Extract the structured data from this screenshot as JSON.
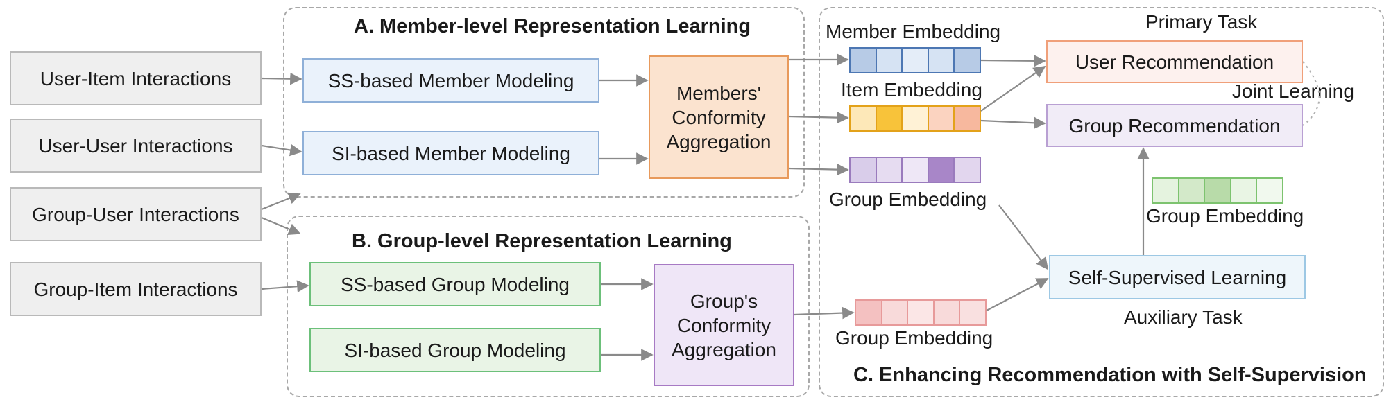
{
  "sections": {
    "a_title": "A. Member-level Representation Learning",
    "b_title": "B. Group-level Representation Learning",
    "c_title": "C. Enhancing Recommendation with Self-Supervision"
  },
  "inputs": {
    "user_item": "User-Item Interactions",
    "user_user": "User-User Interactions",
    "group_user": "Group-User Interactions",
    "group_item": "Group-Item Interactions"
  },
  "modules": {
    "ss_member": "SS-based Member Modeling",
    "si_member": "SI-based Member Modeling",
    "members_conformity": "Members' Conformity Aggregation",
    "ss_group": "SS-based Group Modeling",
    "si_group": "SI-based Group Modeling",
    "group_conformity": "Group's Conformity Aggregation"
  },
  "embeddings": {
    "member": "Member Embedding",
    "item": "Item Embedding",
    "group_top": "Group Embedding",
    "group_bottom": "Group Embedding",
    "group_ssl": "Group Embedding"
  },
  "tasks": {
    "primary_label": "Primary Task",
    "user_rec": "User Recommendation",
    "group_rec": "Group Recommendation",
    "joint": "Joint Learning",
    "ssl": "Self-Supervised Learning",
    "auxiliary_label": "Auxiliary Task"
  },
  "colors": {
    "member_embedding": [
      "#b7cbe6",
      "#d6e3f3",
      "#e4edf8",
      "#d6e3f3",
      "#b7cbe6"
    ],
    "item_embedding": [
      "#fde8b8",
      "#f8c33a",
      "#fff2d6",
      "#fbd3c0",
      "#f7b89e"
    ],
    "group_embedding_top": [
      "#d9cdea",
      "#e6dcf1",
      "#eee7f6",
      "#a886c8",
      "#e2d6ee"
    ],
    "group_embedding_bottom": [
      "#f4c1c1",
      "#f8dada",
      "#fbe6e6",
      "#f8dada",
      "#f9e0e0"
    ],
    "group_embedding_ssl": [
      "#e5f3df",
      "#d3e9c9",
      "#b8dba9",
      "#e9f5e4",
      "#f1f9ee"
    ]
  }
}
